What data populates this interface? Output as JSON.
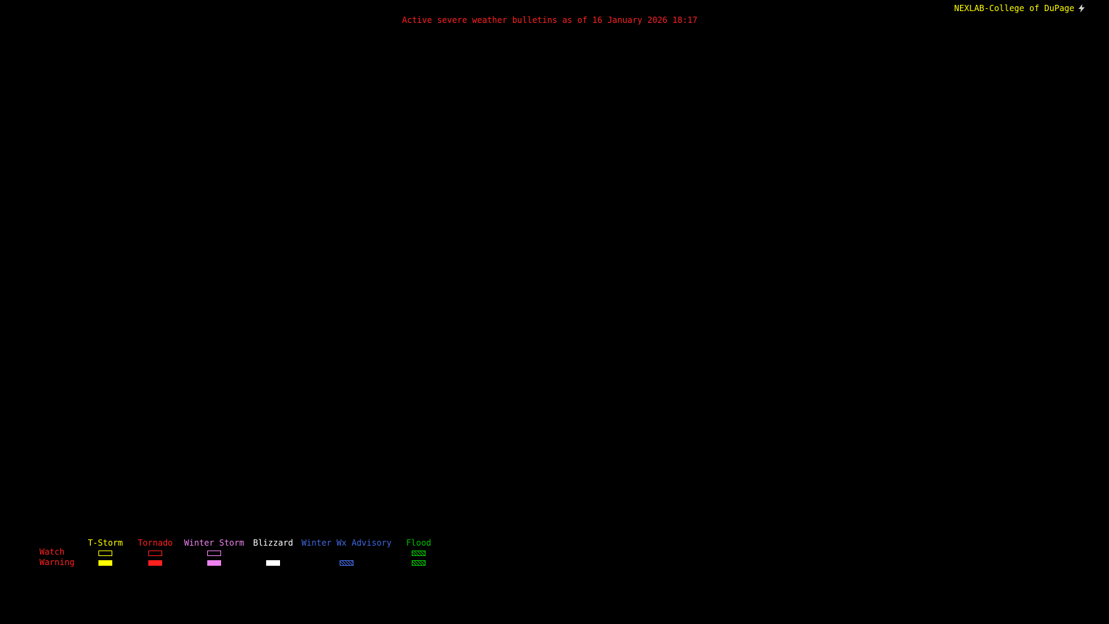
{
  "colors": {
    "background": "#000000",
    "title": "#ff2020",
    "brand": "#ffff00",
    "row_label": "#ff2020",
    "logo": "#d0d0d0"
  },
  "header": {
    "brand": "NEXLAB-College of DuPage",
    "title": "Active severe weather bulletins as of 16 January 2026 18:17"
  },
  "legend": {
    "watch_label": "Watch",
    "warning_label": "Warning",
    "columns": [
      {
        "label": "T-Storm",
        "color": "#ffff00",
        "watch": "outline",
        "warning": "fill"
      },
      {
        "label": "Tornado",
        "color": "#ff2020",
        "watch": "outline",
        "warning": "fill"
      },
      {
        "label": "Winter Storm",
        "color": "#ee82ee",
        "watch": "outline",
        "warning": "fill"
      },
      {
        "label": "Blizzard",
        "color": "#ffffff",
        "watch": "none",
        "warning": "fill"
      },
      {
        "label": "Winter Wx Advisory",
        "color": "#4169e1",
        "watch": "none",
        "warning": "hatch"
      },
      {
        "label": "Flood",
        "color": "#00c000",
        "watch": "hatch",
        "warning": "hatch"
      }
    ]
  }
}
